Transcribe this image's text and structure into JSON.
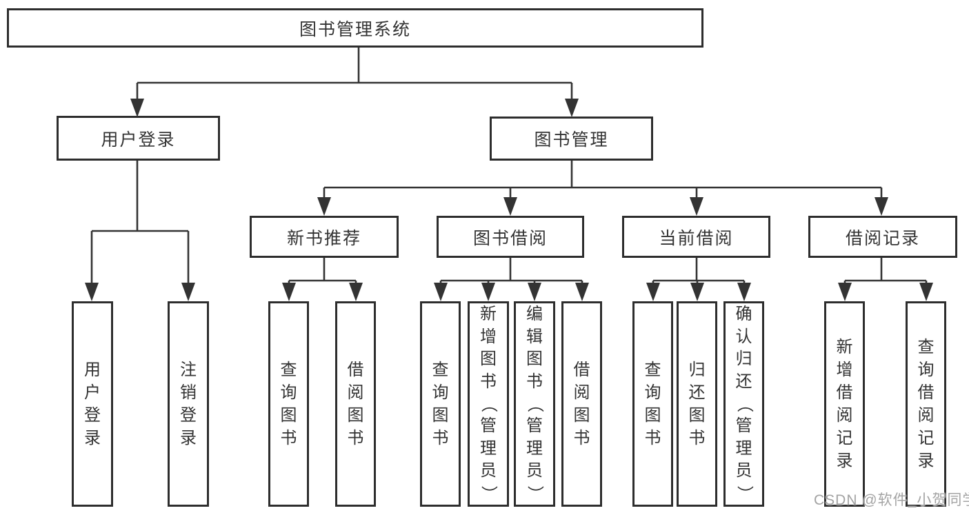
{
  "hierarchy": {
    "root": "图书管理系统",
    "children": [
      {
        "label": "用户登录",
        "children": [
          "用户登录",
          "注销登录"
        ]
      },
      {
        "label": "图书管理",
        "children": [
          {
            "label": "新书推荐",
            "children": [
              "查询图书",
              "借阅图书"
            ]
          },
          {
            "label": "图书借阅",
            "children": [
              "查询图书",
              "新增图书（管理员）",
              "编辑图书（管理员）",
              "借阅图书"
            ]
          },
          {
            "label": "当前借阅",
            "children": [
              "查询图书",
              "归还图书",
              "确认归还（管理员）"
            ]
          },
          {
            "label": "借阅记录",
            "children": [
              "新增借阅记录",
              "查询借阅记录"
            ]
          }
        ]
      }
    ]
  },
  "watermark": {
    "text": "CSDN @软件_小贺同学"
  },
  "colors": {
    "line": "#333333",
    "box_border": "#2d2d2d",
    "text": "#333333",
    "watermark": "#a3a3a3",
    "background": "#ffffff"
  }
}
